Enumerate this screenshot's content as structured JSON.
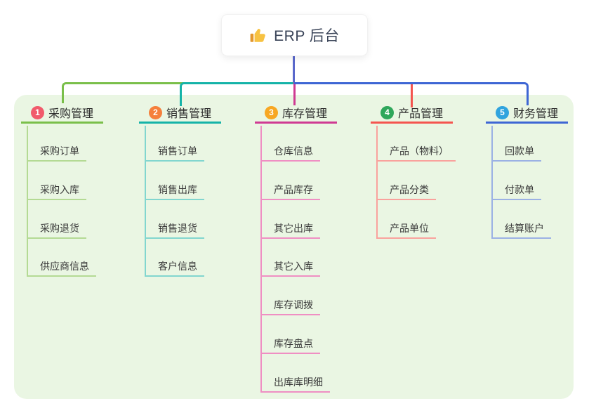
{
  "root": {
    "label": "ERP 后台",
    "icon": "thumbs-up"
  },
  "colors": {
    "page_bg": "#ffffff",
    "panel_bg": "#eaf6e3",
    "root_line": "#5a68cb",
    "root_text": "#3b4559",
    "header_text": "#2d2d2d",
    "child_text": "#3a3a3a",
    "thumb_gold": "#f7c242",
    "thumb_cuff": "#e3972e"
  },
  "branches": [
    {
      "num": "1",
      "label": "采购管理",
      "badge_color": "#f15b6c",
      "line_color": "#7abf4a",
      "light_color": "#b4da94",
      "children": [
        "采购订单",
        "采购入库",
        "采购退货",
        "供应商信息"
      ]
    },
    {
      "num": "2",
      "label": "销售管理",
      "badge_color": "#f5803c",
      "line_color": "#15b3a8",
      "light_color": "#82d6cf",
      "children": [
        "销售订单",
        "销售出库",
        "销售退货",
        "客户信息"
      ]
    },
    {
      "num": "3",
      "label": "库存管理",
      "badge_color": "#f7a723",
      "line_color": "#cf3a93",
      "light_color": "#ef8fc3",
      "children": [
        "仓库信息",
        "产品库存",
        "其它出库",
        "其它入库",
        "库存调拨",
        "库存盘点",
        "出库库明细"
      ]
    },
    {
      "num": "4",
      "label": "产品管理",
      "badge_color": "#2fa75b",
      "line_color": "#f4554f",
      "light_color": "#f9a29d",
      "children": [
        "产品（物料）",
        "产品分类",
        "产品单位"
      ]
    },
    {
      "num": "5",
      "label": "财务管理",
      "badge_color": "#31a4de",
      "line_color": "#3e66d4",
      "light_color": "#9bb1e4",
      "children": [
        "回款单",
        "付款单",
        "结算账户"
      ]
    }
  ]
}
